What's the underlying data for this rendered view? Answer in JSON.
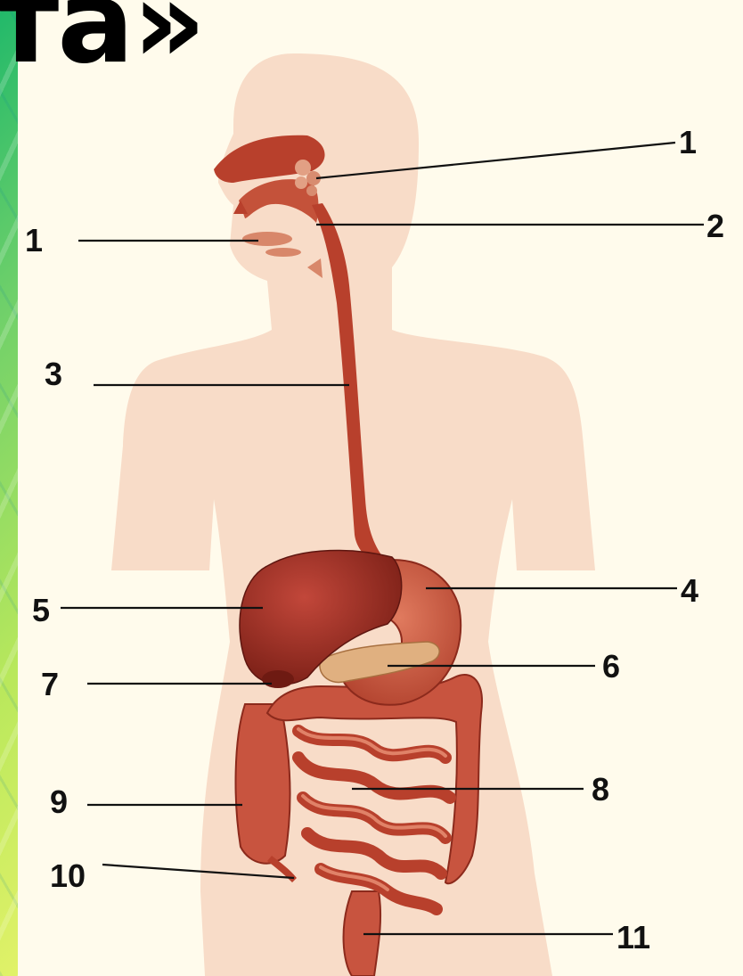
{
  "slide": {
    "title_fragment": "та»"
  },
  "diagram": {
    "labels": [
      {
        "id": "salivary-gland",
        "text": "1"
      },
      {
        "id": "mouth",
        "text": "1"
      },
      {
        "id": "pharynx",
        "text": "2"
      },
      {
        "id": "esophagus",
        "text": "3"
      },
      {
        "id": "stomach",
        "text": "4"
      },
      {
        "id": "liver",
        "text": "5"
      },
      {
        "id": "pancreas",
        "text": "6"
      },
      {
        "id": "gallbladder",
        "text": "7"
      },
      {
        "id": "small-intestine",
        "text": "8"
      },
      {
        "id": "large-intestine",
        "text": "9"
      },
      {
        "id": "appendix",
        "text": "10"
      },
      {
        "id": "rectum",
        "text": "11"
      }
    ]
  },
  "colors": {
    "panel": "#fffbec",
    "body_silhouette": "#f8dcc8",
    "organ": "#b8402c",
    "organ_dark": "#8c2a1c",
    "pancreas": "#e0b080",
    "leader_line": "#111111"
  }
}
